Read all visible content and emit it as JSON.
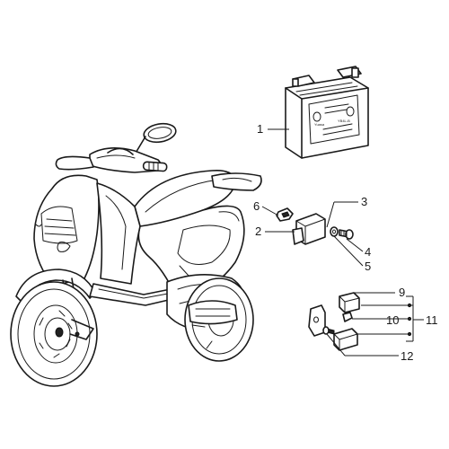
{
  "callouts": {
    "c1": "1",
    "c2": "2",
    "c3": "3",
    "c4": "4",
    "c5": "5",
    "c6": "6",
    "c9": "9",
    "c10": "10",
    "c11": "11",
    "c12": "12"
  },
  "battery": {
    "brand": "Yuasa",
    "model": "YB4L-B"
  }
}
